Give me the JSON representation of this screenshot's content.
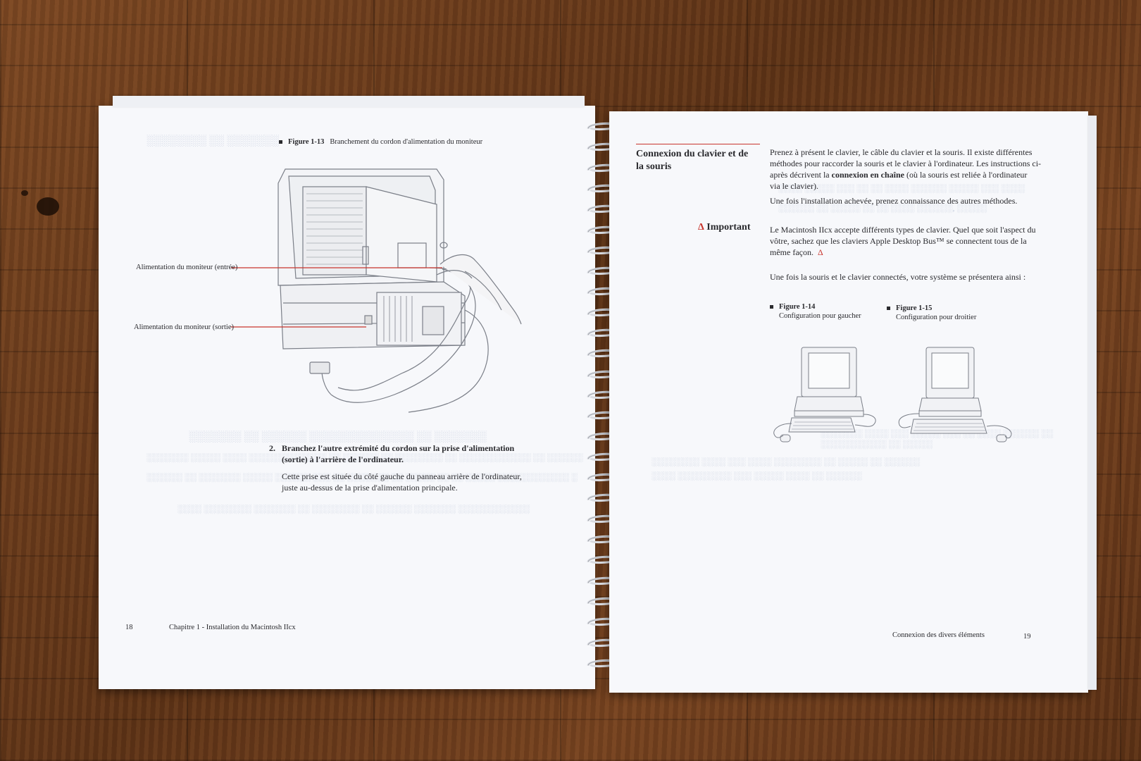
{
  "left_page": {
    "figure_label": "Figure 1-13",
    "figure_caption": "Branchement du cordon d'alimentation du moniteur",
    "callout_in": "Alimentation du moniteur (entrée)",
    "callout_out": "Alimentation du moniteur (sortie)",
    "step_number": "2.",
    "step_text_line1": "Branchez l'autre extrémité du cordon sur la prise d'alimentation",
    "step_text_line2": "(sortie) à l'arrière de l'ordinateur.",
    "body_line1": "Cette prise est située du côté gauche du panneau arrière de l'ordinateur,",
    "body_line2": "juste au-dessus de la prise d'alimentation principale.",
    "page_number": "18",
    "footer": "Chapitre 1 - Installation du Macintosh IIcx"
  },
  "right_page": {
    "heading_line1": "Connexion du clavier et de",
    "heading_line2": "la souris",
    "intro_line1": "Prenez à présent le clavier, le câble du clavier et la souris. Il existe différentes",
    "intro_line2": "méthodes pour raccorder la souris et le clavier à l'ordinateur. Les instructions ci-",
    "intro_line3_pre": "après décrivent la ",
    "intro_line3_bold": "connexion en chaîne",
    "intro_line3_post": " (où la souris est reliée à l'ordinateur",
    "intro_line4": "via le clavier).",
    "para2": "Une fois l'installation achevée, prenez connaissance des autres méthodes.",
    "important_symbol": "Δ",
    "important_label": "Important",
    "important_line1": "Le Macintosh IIcx accepte différents types de clavier. Quel que soit l'aspect du",
    "important_line2": "vôtre, sachez que les claviers Apple Desktop Bus™ se connectent tous de la",
    "important_line3": "même façon.",
    "important_end_symbol": "Δ",
    "para3": "Une fois la souris et le clavier connectés, votre système se présentera ainsi :",
    "figure14_label": "Figure 1-14",
    "figure14_caption": "Configuration pour gaucher",
    "figure15_label": "Figure 1-15",
    "figure15_caption": "Configuration pour droitier",
    "footer": "Connexion des divers éléments",
    "page_number": "19"
  },
  "colors": {
    "accent_red": "#c8342c",
    "paper": "#f7f8fb",
    "ink": "#2a2a2e"
  }
}
